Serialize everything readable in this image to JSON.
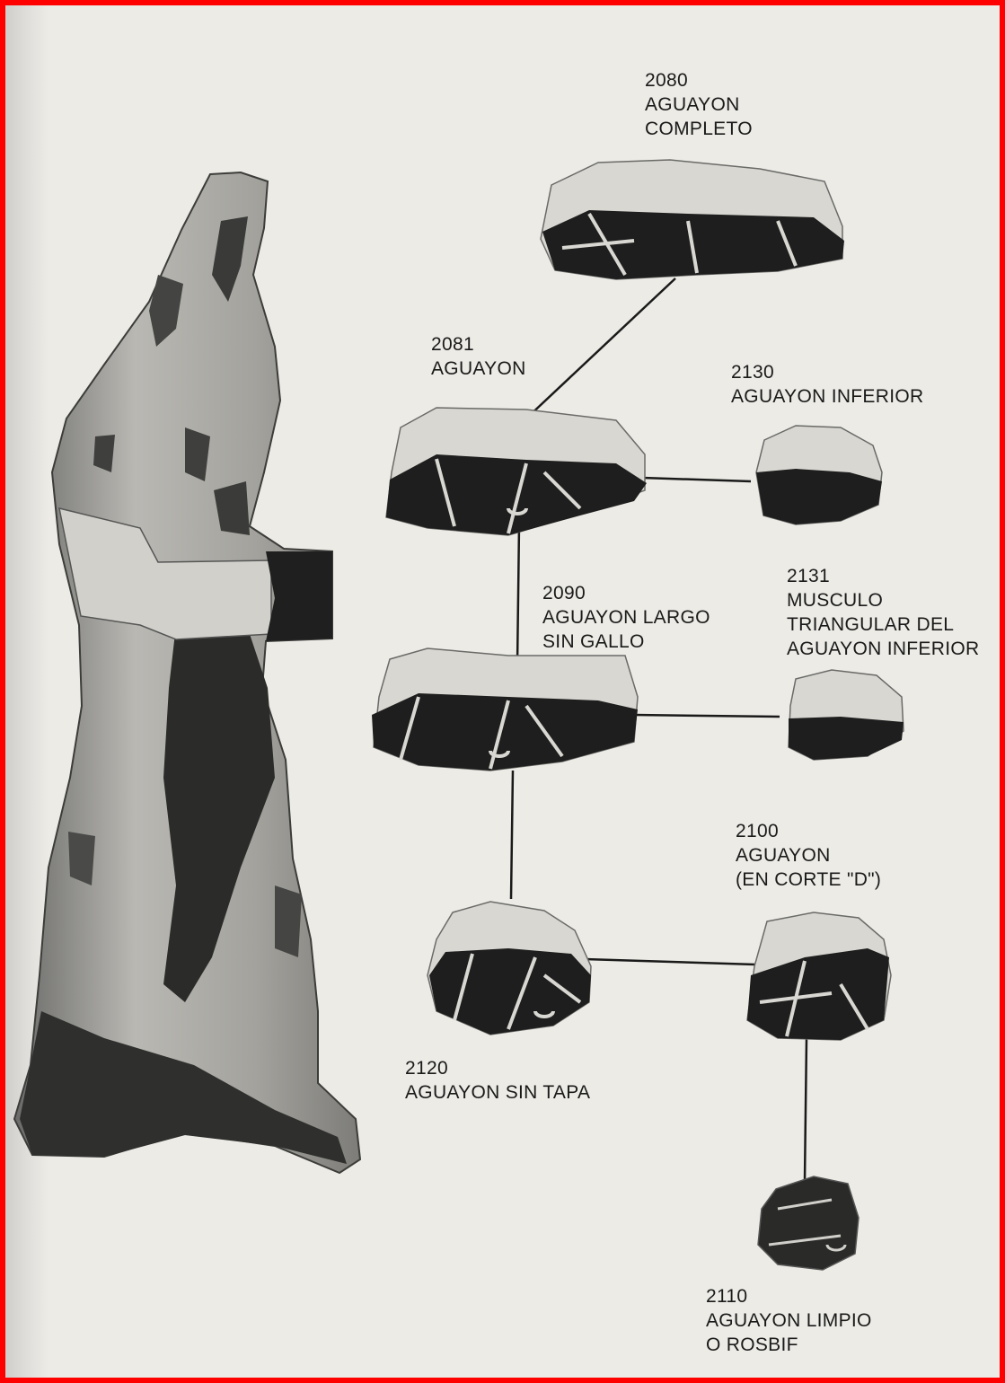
{
  "cuts": [
    {
      "id": "c2080",
      "code": "2080",
      "lines": [
        "AGUAYON",
        "COMPLETO"
      ]
    },
    {
      "id": "c2081",
      "code": "2081",
      "lines": [
        "AGUAYON"
      ]
    },
    {
      "id": "c2130",
      "code": "2130",
      "lines": [
        "AGUAYON INFERIOR"
      ]
    },
    {
      "id": "c2131",
      "code": "2131",
      "lines": [
        "MUSCULO",
        "TRIANGULAR DEL",
        "AGUAYON INFERIOR"
      ]
    },
    {
      "id": "c2090",
      "code": "2090",
      "lines": [
        "AGUAYON LARGO",
        "SIN GALLO"
      ]
    },
    {
      "id": "c2100",
      "code": "2100",
      "lines": [
        "AGUAYON",
        "(EN CORTE \"D\")"
      ]
    },
    {
      "id": "c2120",
      "code": "2120",
      "lines": [
        "AGUAYON SIN TAPA"
      ]
    },
    {
      "id": "c2110",
      "code": "2110",
      "lines": [
        "AGUAYON LIMPIO",
        "O ROSBIF"
      ]
    }
  ],
  "colors": {
    "page": "#ecebe6",
    "border": "#ff0000",
    "meat": "#1e1e1e",
    "fat": "#d8d7d2",
    "ink": "#1a1a1a"
  }
}
